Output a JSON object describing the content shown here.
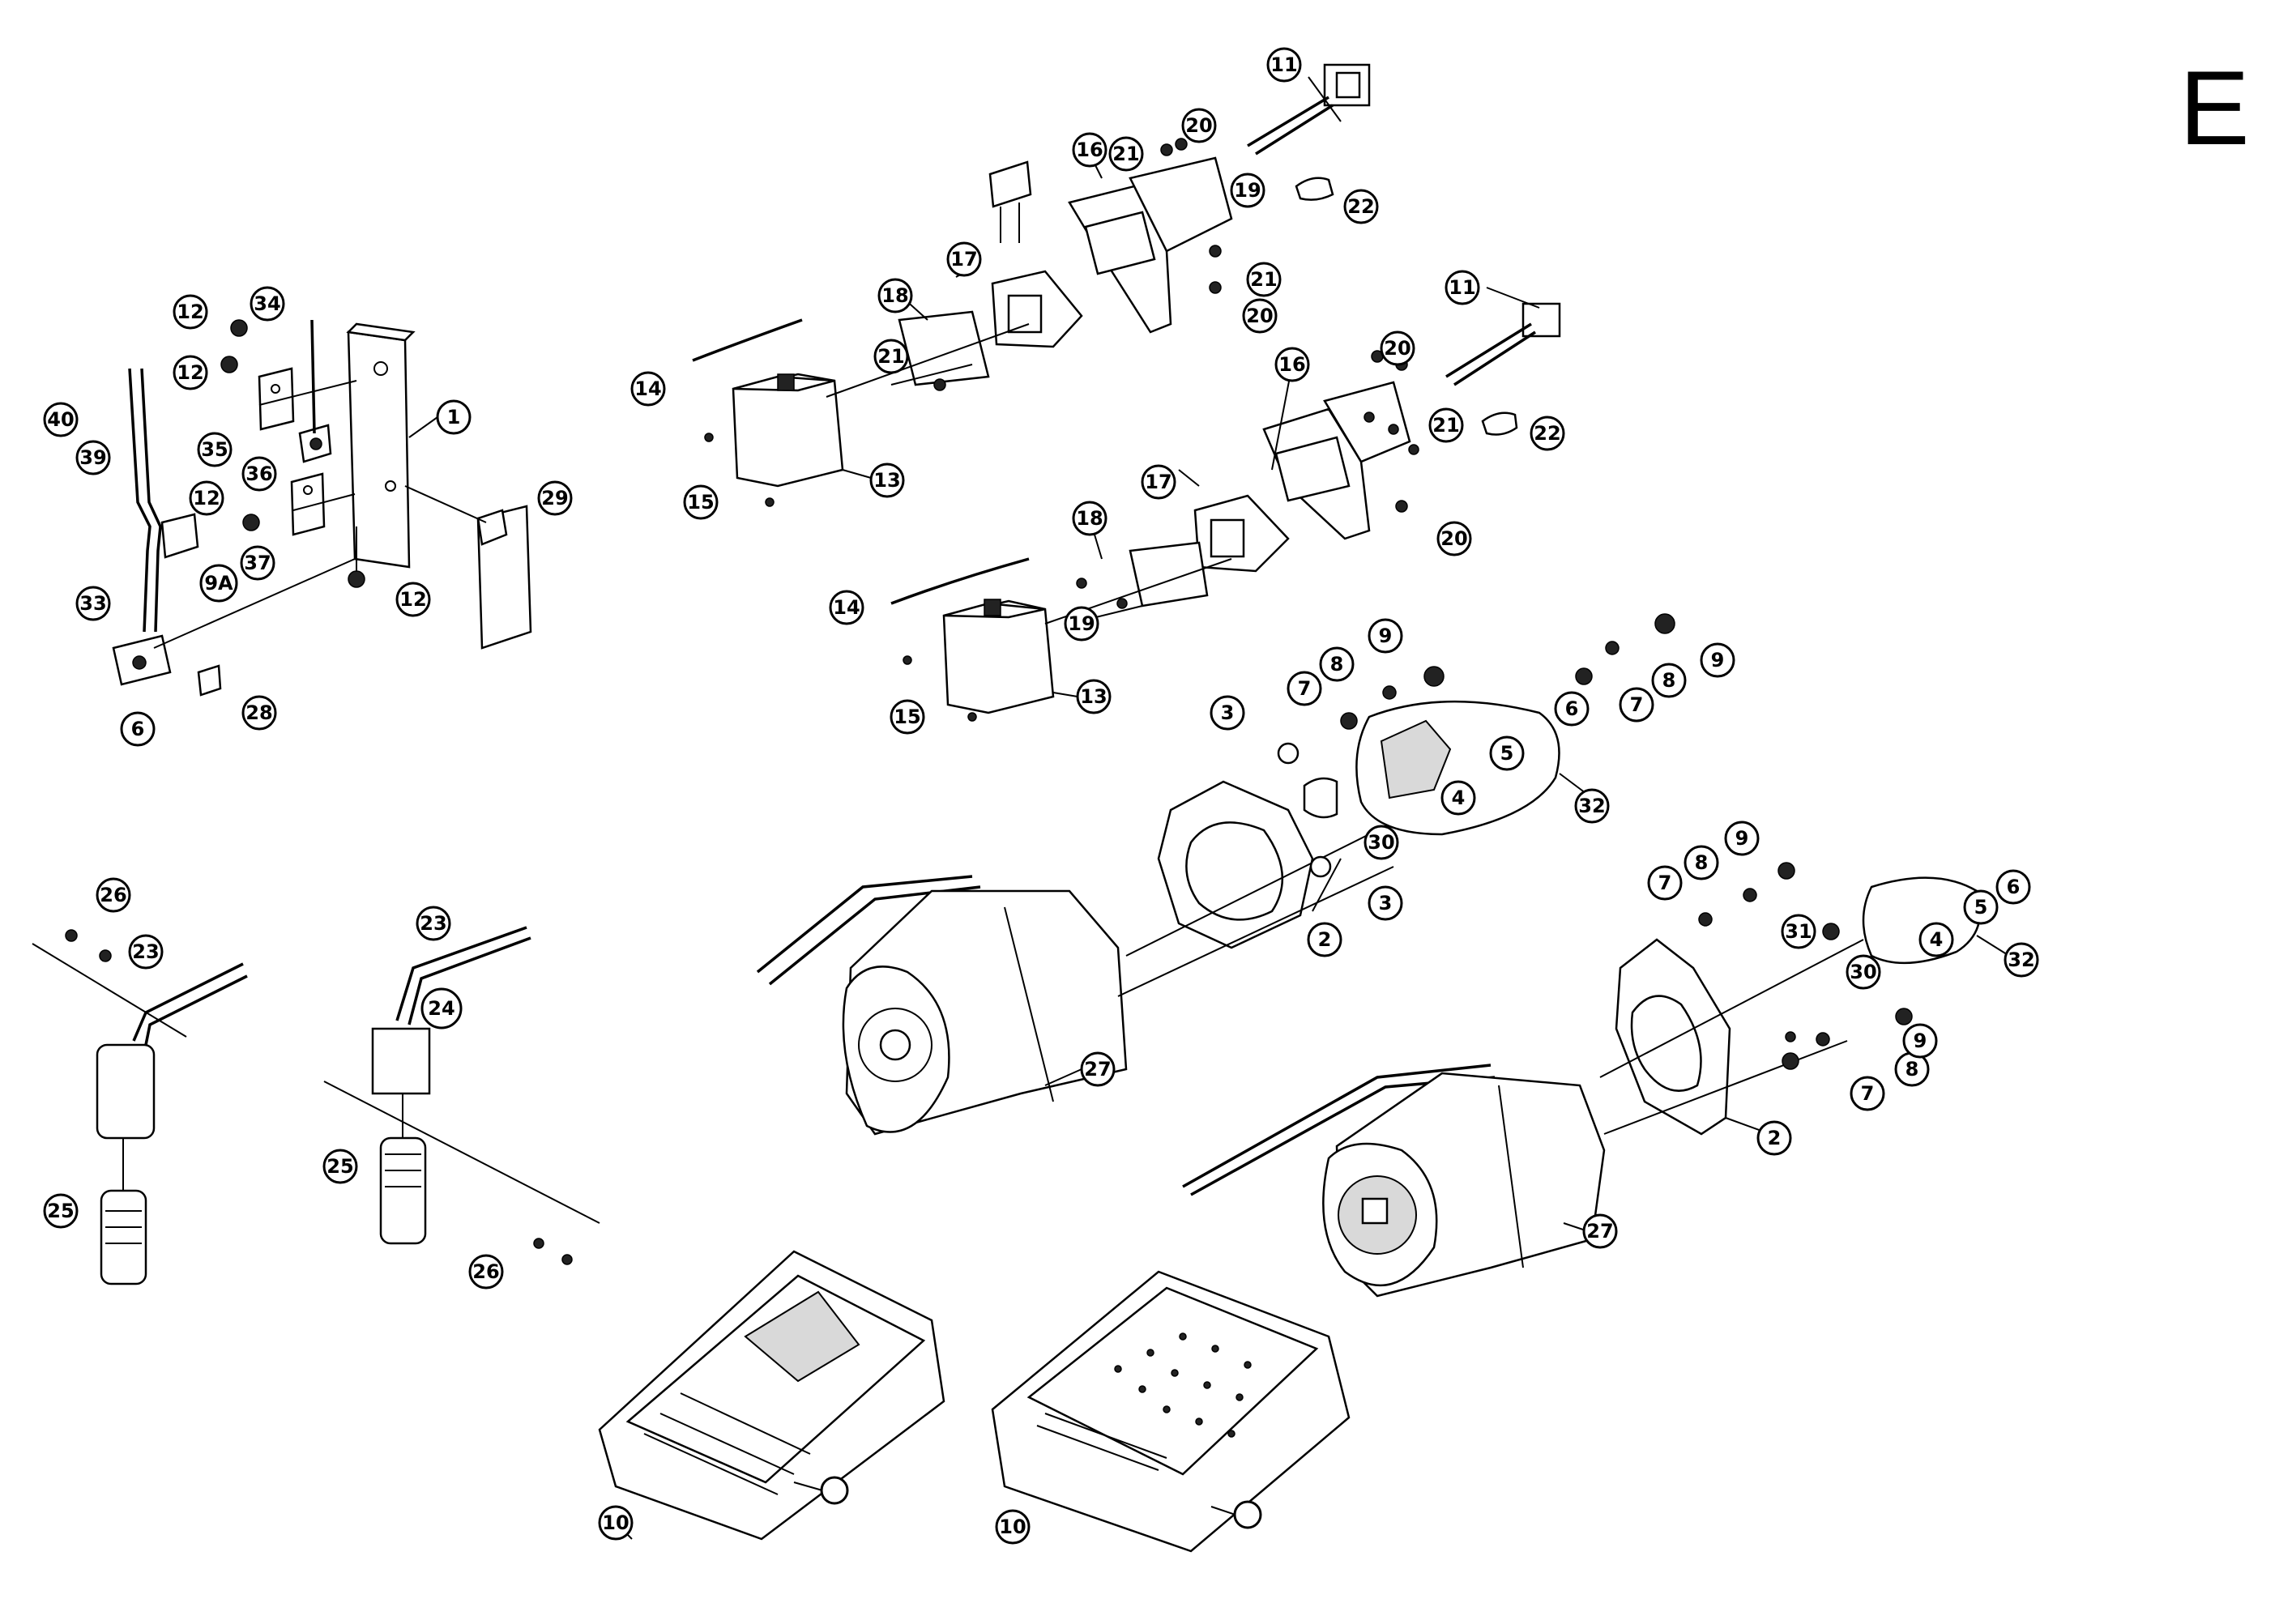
{
  "sheet_letter": "E",
  "callouts": [
    "1",
    "2",
    "3",
    "4",
    "5",
    "6",
    "7",
    "8",
    "9",
    "9A",
    "10",
    "11",
    "12",
    "13",
    "14",
    "15",
    "16",
    "17",
    "18",
    "19",
    "20",
    "21",
    "22",
    "23",
    "24",
    "25",
    "26",
    "27",
    "28",
    "29",
    "30",
    "31",
    "32",
    "33",
    "34",
    "35",
    "36",
    "37",
    "39",
    "40"
  ]
}
